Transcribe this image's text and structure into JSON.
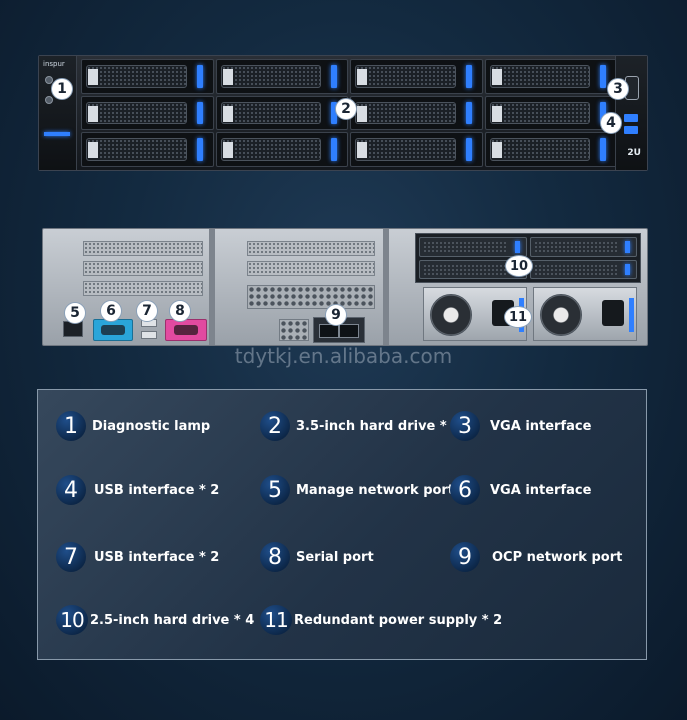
{
  "colors": {
    "background": "#132a40",
    "accent_blue": "#2f7fff",
    "vga_port": "#2aa5d9",
    "serial_port": "#e24aa0",
    "badge": "#0c2647"
  },
  "front_panel": {
    "logo_text": "inspur",
    "ear_label": "2U",
    "markers": [
      "1",
      "2",
      "3",
      "4"
    ]
  },
  "rear_panel": {
    "markers": [
      "5",
      "6",
      "7",
      "8",
      "9",
      "10",
      "11"
    ]
  },
  "watermark": "tdytkj.en.alibaba.com",
  "legend": {
    "items": [
      {
        "number": "1",
        "label": "Diagnostic lamp"
      },
      {
        "number": "2",
        "label": "3.5-inch hard drive * 8"
      },
      {
        "number": "3",
        "label": "VGA interface"
      },
      {
        "number": "4",
        "label": "USB interface * 2"
      },
      {
        "number": "5",
        "label": "Manage network port"
      },
      {
        "number": "6",
        "label": "VGA interface"
      },
      {
        "number": "7",
        "label": "USB interface * 2"
      },
      {
        "number": "8",
        "label": "Serial port"
      },
      {
        "number": "9",
        "label": "OCP network port"
      },
      {
        "number": "10",
        "label": "2.5-inch hard drive * 4"
      },
      {
        "number": "11",
        "label": "Redundant power supply * 2"
      }
    ]
  }
}
